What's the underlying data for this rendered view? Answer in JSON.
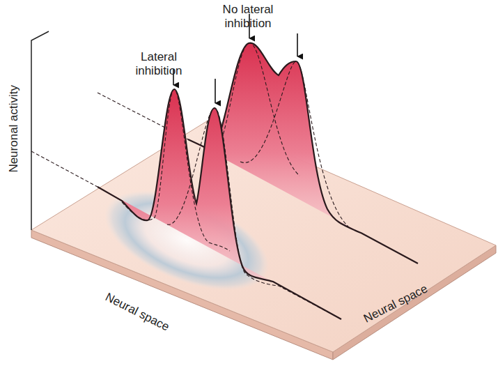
{
  "diagram": {
    "labels": [
      "No lateral inhibition",
      "Lateral inhibition",
      "Neuronal activity",
      "Neural space",
      "Neural space"
    ]
  }
}
